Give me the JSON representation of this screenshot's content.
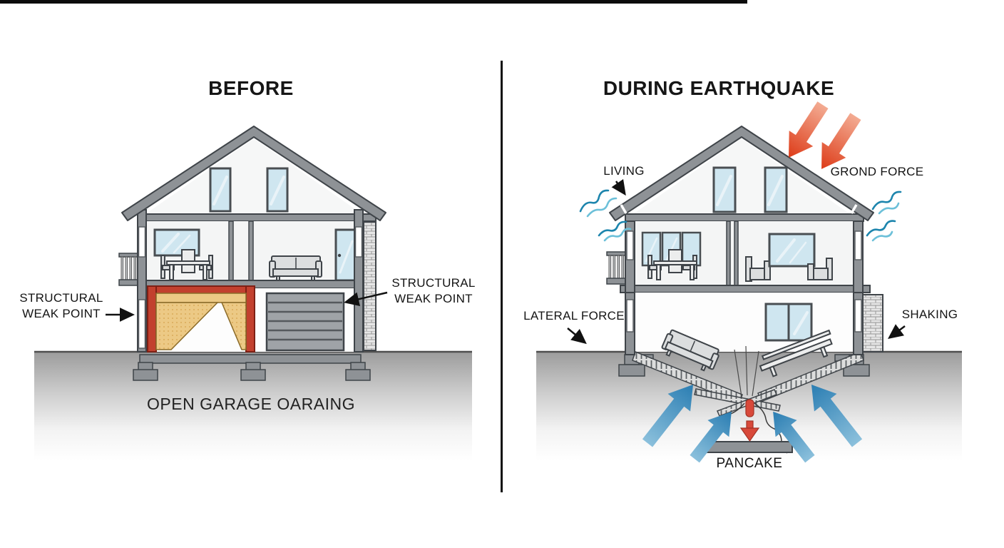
{
  "panels": {
    "before": {
      "title": "BEFORE",
      "labels": {
        "weak_point_left": "STRUCTURAL WEAK POINT",
        "weak_point_right": "STRUCTURAL WEAK POINT",
        "caption": "OPEN GARAGE OARAING"
      }
    },
    "during": {
      "title": "DURING EARTHQUAKE",
      "labels": {
        "living": "LIVING",
        "ground_force": "GROND FORCE",
        "lateral_force": "LATERAL FORCE",
        "shaking": "SHAKING",
        "pancake": "PANCAKE"
      }
    }
  },
  "icons": {
    "roof_impact_arrows": "red-diagonal-down-arrows",
    "uplift_arrows": "blue-diagonal-up-arrows",
    "collapse_arrow": "red-dashed-down-arrow",
    "shake_waves": "blue-squiggle-waves"
  },
  "colors": {
    "outline": "#3f4449",
    "structure_gray": "#8e9296",
    "wall_white": "#f6f7f7",
    "glass_blue": "#cfe6f0",
    "ground_gray": "#9c9c9c",
    "garage_frame_red": "#c2402e",
    "curtain_tan": "#ecc985",
    "force_arrow_red": "#dd3b18",
    "uplift_arrow_blue": "#2a7db2",
    "wave_blue": "#1d85ad",
    "collapse_arrow_red": "#d8493a",
    "label_black": "#141414"
  }
}
